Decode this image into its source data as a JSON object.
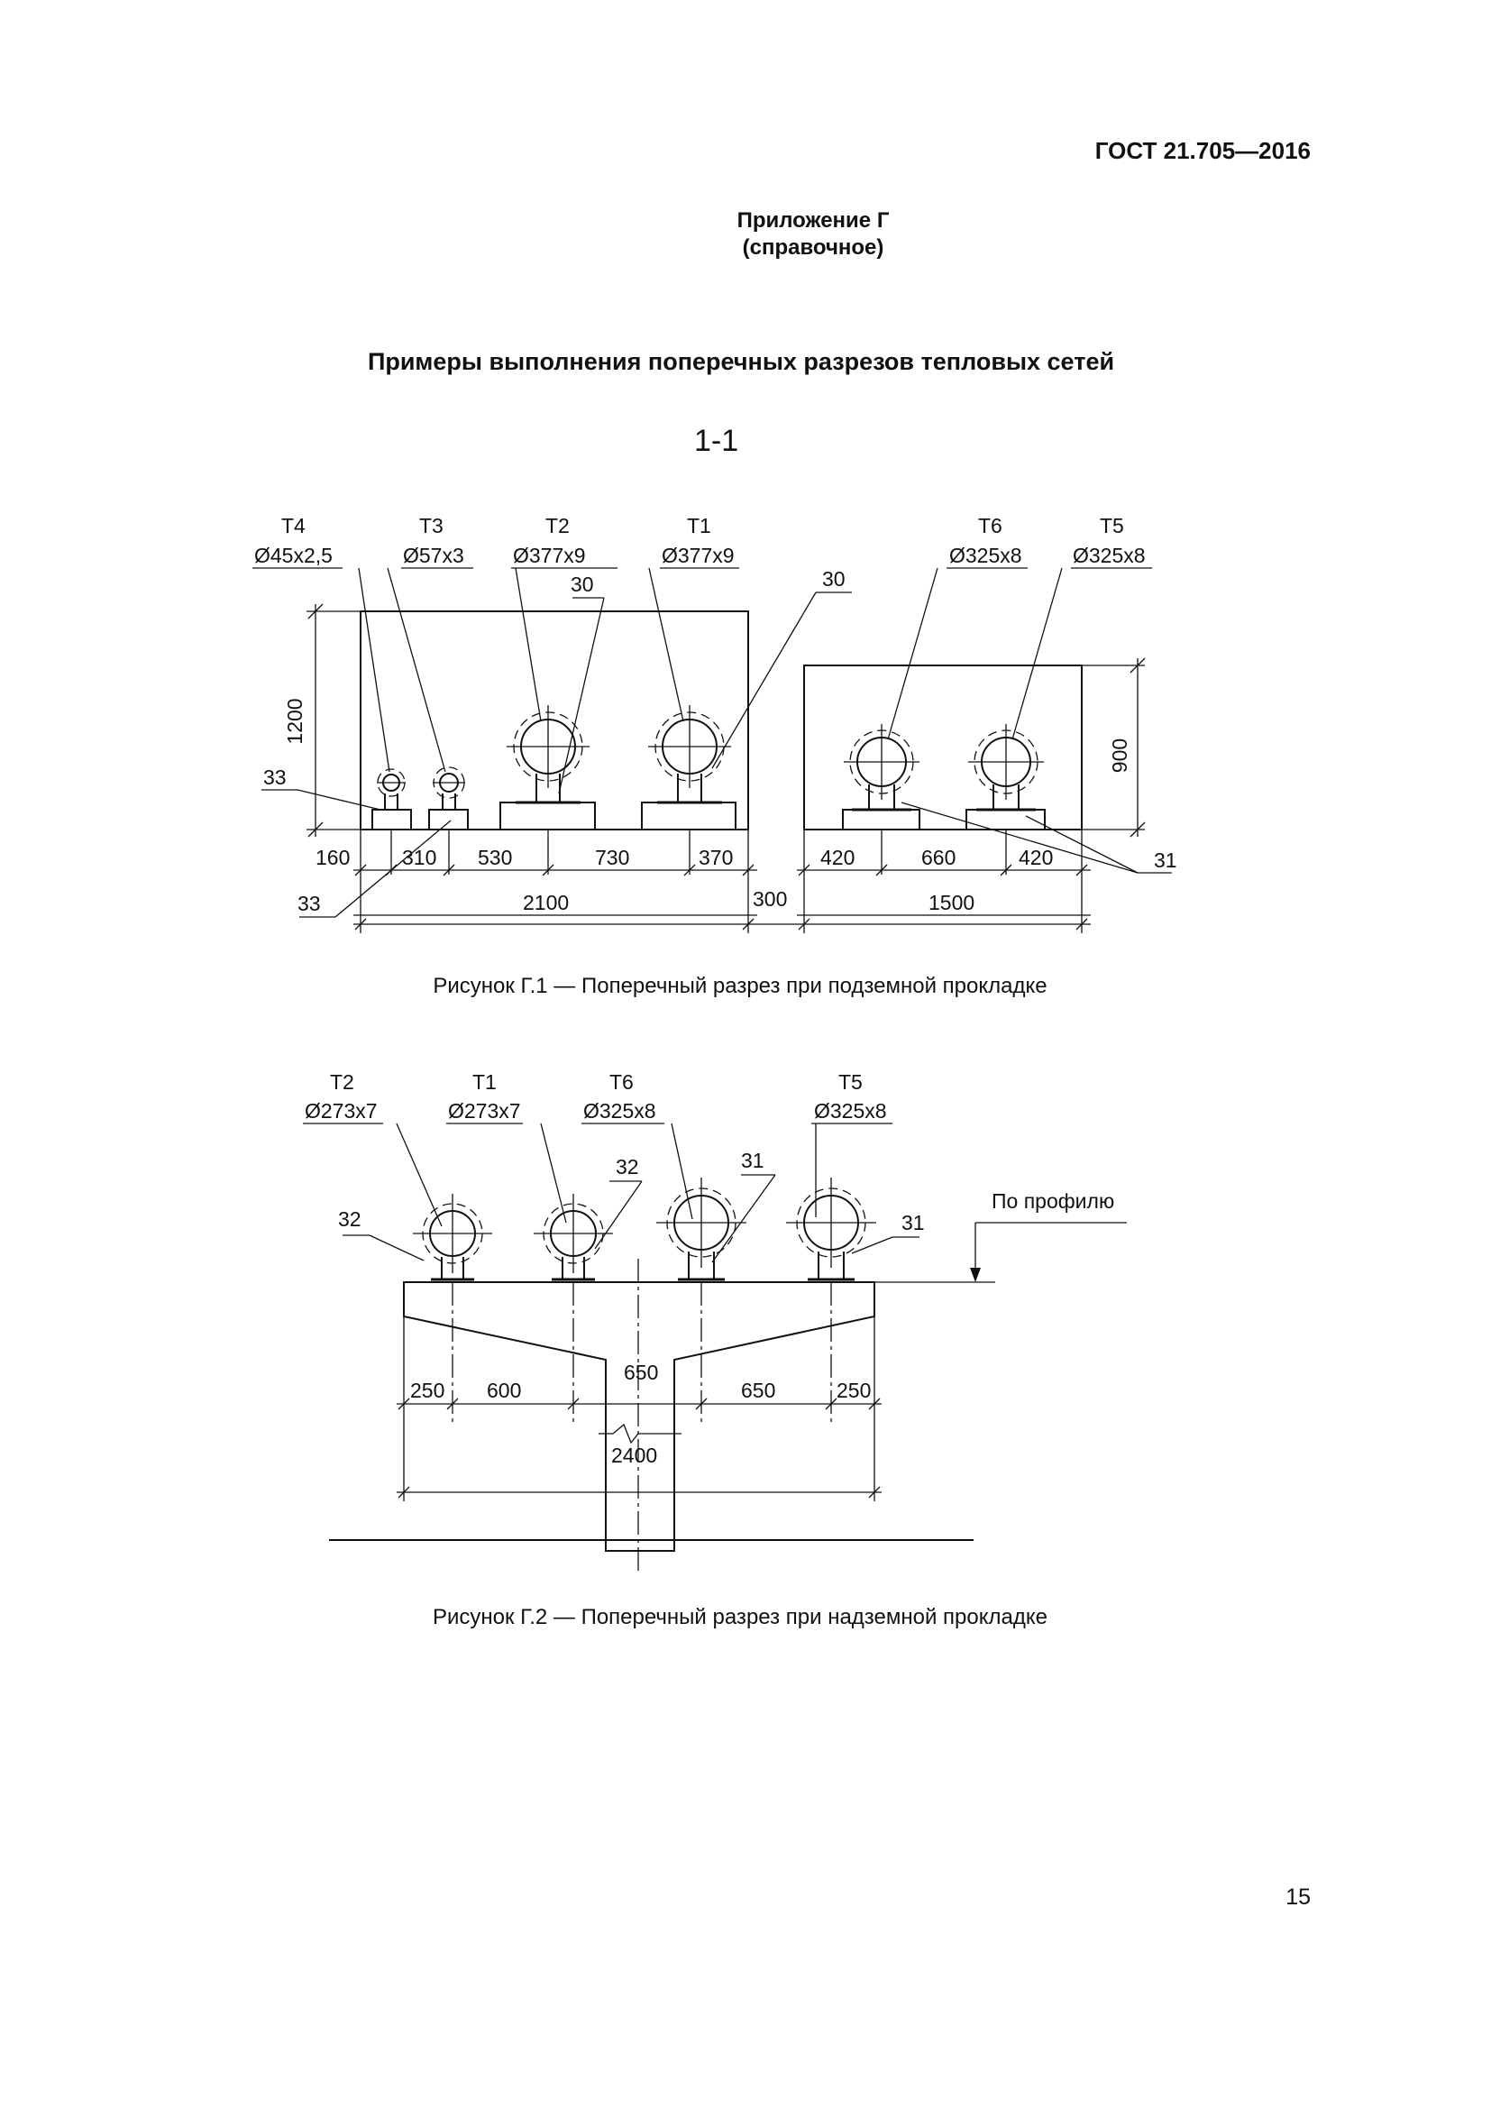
{
  "header": {
    "standard": "ГОСТ 21.705—2016"
  },
  "appendix": {
    "title": "Приложение Г",
    "subtitle": "(справочное)"
  },
  "page_title": "Примеры выполнения поперечных разрезов тепловых сетей",
  "section_label": "1-1",
  "figure1": {
    "caption": "Рисунок Г.1 — Поперечный разрез при подземной прокладке",
    "pipes": [
      {
        "id": "T4",
        "dia": "Ø45x2,5"
      },
      {
        "id": "T3",
        "dia": "Ø57x3"
      },
      {
        "id": "T2",
        "dia": "Ø377x9"
      },
      {
        "id": "T1",
        "dia": "Ø377x9"
      },
      {
        "id": "T6",
        "dia": "Ø325x8"
      },
      {
        "id": "T5",
        "dia": "Ø325x8"
      }
    ],
    "callouts": {
      "c30a": "30",
      "c30b": "30",
      "c33a": "33",
      "c33b": "33",
      "c31": "31"
    },
    "dims": {
      "h1200": "1200",
      "h900": "900",
      "row1": [
        "160",
        "310",
        "530",
        "730",
        "370"
      ],
      "row1_right": [
        "420",
        "660",
        "420"
      ],
      "total_left": "2100",
      "gap": "300",
      "total_right": "1500"
    }
  },
  "figure2": {
    "caption": "Рисунок Г.2 — Поперечный разрез при надземной прокладке",
    "pipes": [
      {
        "id": "T2",
        "dia": "Ø273x7"
      },
      {
        "id": "T1",
        "dia": "Ø273x7"
      },
      {
        "id": "T6",
        "dia": "Ø325x8"
      },
      {
        "id": "T5",
        "dia": "Ø325x8"
      }
    ],
    "callouts": {
      "c32a": "32",
      "c32b": "32",
      "c31a": "31",
      "c31b": "31"
    },
    "profile_note": "По профилю",
    "dims": {
      "row": [
        "250",
        "600",
        "650",
        "650",
        "250"
      ],
      "total": "2400"
    }
  },
  "page_number": "15"
}
